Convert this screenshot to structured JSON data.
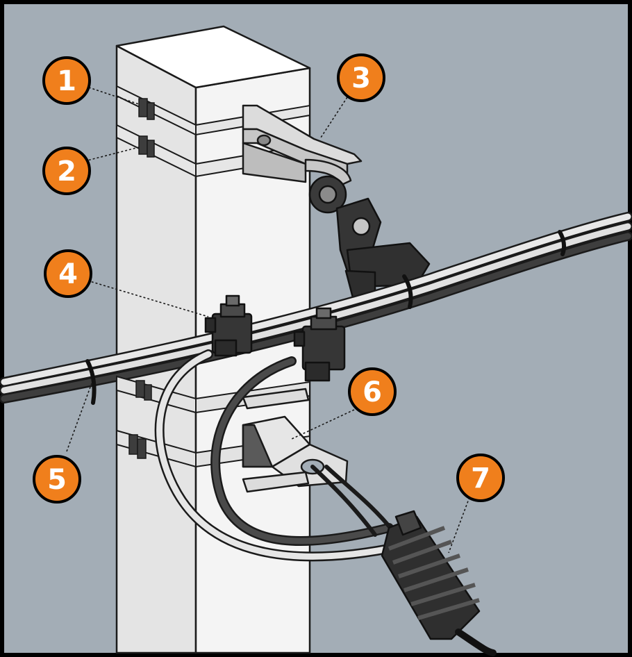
{
  "colors": {
    "background": "#a3adb6",
    "frame": "#000000",
    "pole_front": "#f3f3f3",
    "pole_side": "#dadada",
    "pole_top": "#ffffff",
    "outline": "#1a1a1a",
    "hardware_dark": "#3a3a3a",
    "hardware_light": "#d4d4d4",
    "band": "#e2e2e2",
    "badge": "#f07f1c"
  },
  "callouts": [
    {
      "label": "1",
      "part": "band-upper"
    },
    {
      "label": "2",
      "part": "band-lower"
    },
    {
      "label": "3",
      "part": "suspension-clamp"
    },
    {
      "label": "4",
      "part": "piercing-connector"
    },
    {
      "label": "5",
      "part": "cable-tie"
    },
    {
      "label": "6",
      "part": "anchor-bracket"
    },
    {
      "label": "7",
      "part": "tension-clamp"
    }
  ]
}
